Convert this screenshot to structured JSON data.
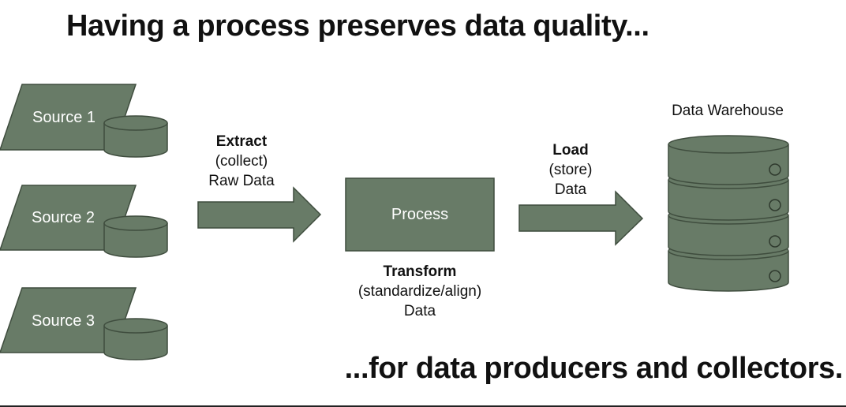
{
  "title": "Having a process preserves data quality...",
  "footer": "...for data producers and collectors.",
  "sources": [
    {
      "label": "Source 1"
    },
    {
      "label": "Source 2"
    },
    {
      "label": "Source 3"
    }
  ],
  "extract": {
    "heading": "Extract",
    "line1": "(collect)",
    "line2": "Raw Data"
  },
  "process": {
    "label": "Process"
  },
  "transform": {
    "heading": "Transform",
    "line1": "(standardize/align)",
    "line2": "Data"
  },
  "load": {
    "heading": "Load",
    "line1": "(store)",
    "line2": "Data"
  },
  "warehouse": {
    "label": "Data Warehouse"
  },
  "colors": {
    "shape_fill": "#687b67",
    "shape_stroke": "#3f4d3e",
    "text": "#111111"
  }
}
